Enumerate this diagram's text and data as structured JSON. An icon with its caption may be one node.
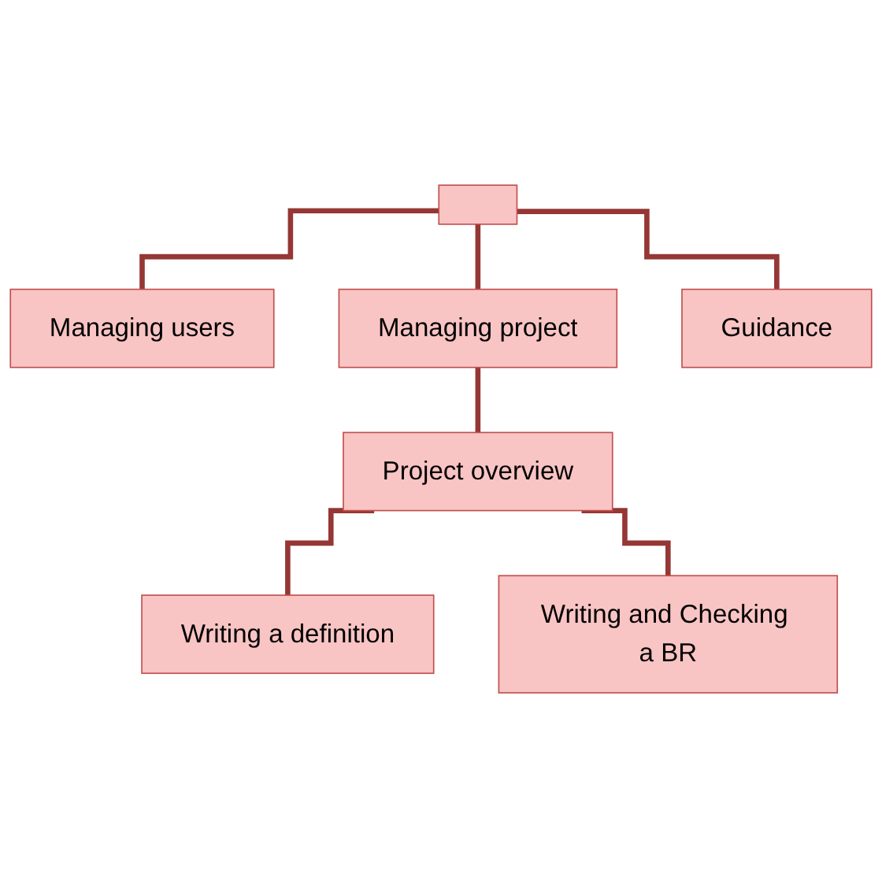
{
  "diagram": {
    "nodes": [
      {
        "text": [],
        "shape": "box"
      },
      {
        "text": [
          "Managing users"
        ]
      },
      {
        "text": [
          "Managing project"
        ]
      },
      {
        "text": [
          "Guidance"
        ]
      },
      {
        "text": [
          "Project overview"
        ]
      },
      {
        "text": [
          "Writing a definition"
        ]
      },
      {
        "text": [
          "Writing and Checking a BR"
        ]
      }
    ],
    "edges": [
      {
        "from": 0,
        "to": 1,
        "arrow": "none"
      },
      {
        "from": 0,
        "to": 2,
        "arrow": "none"
      },
      {
        "from": 0,
        "to": 3,
        "arrow": "none"
      },
      {
        "from": 2,
        "to": 4,
        "arrow": "none"
      },
      {
        "from": 4,
        "to": 5,
        "arrow": "none"
      },
      {
        "from": 4,
        "to": 6,
        "arrow": "none"
      }
    ]
  }
}
